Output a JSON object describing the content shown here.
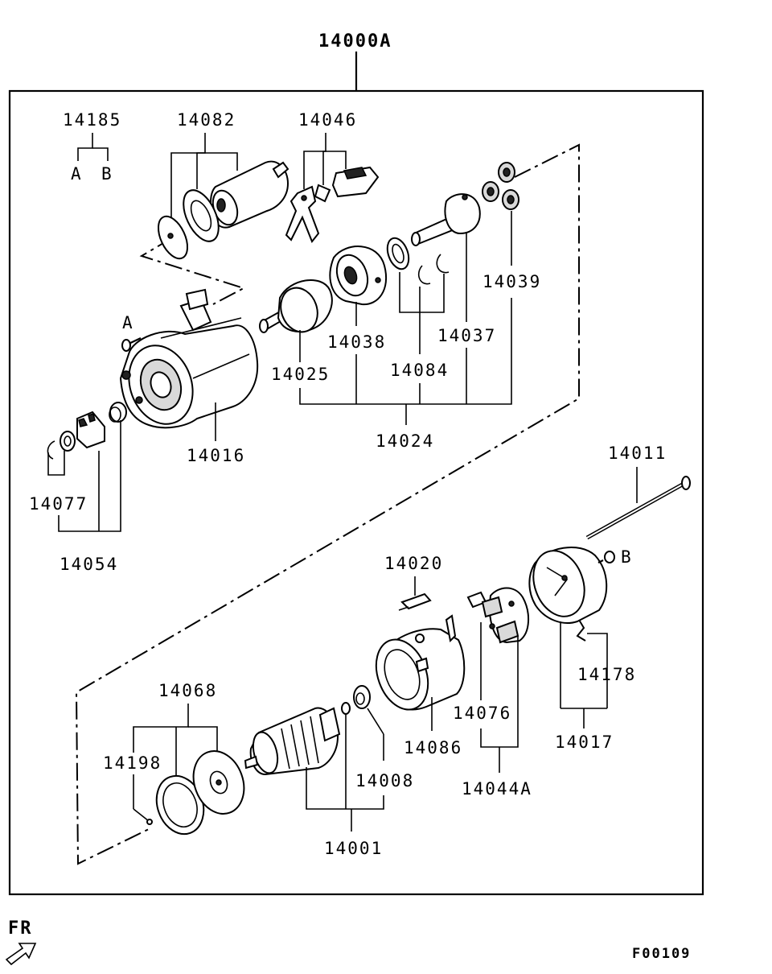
{
  "assembly_label": "14000A",
  "figure_code": "F00109",
  "direction": {
    "label": "FR"
  },
  "parts": {
    "p14185": "14185",
    "p14185_a": "A",
    "p14185_b": "B",
    "p14082": "14082",
    "p14046": "14046",
    "p14039": "14039",
    "p14037": "14037",
    "p14038": "14038",
    "p14025": "14025",
    "p14084": "14084",
    "p14024": "14024",
    "p14016": "14016",
    "p14077": "14077",
    "p14054": "14054",
    "p14011": "14011",
    "p14020": "14020",
    "p14178": "14178",
    "p14017": "14017",
    "p14076": "14076",
    "p14044a": "14044A",
    "p14086": "14086",
    "p14068": "14068",
    "p14198": "14198",
    "p14008": "14008",
    "p14001": "14001"
  },
  "callouts": {
    "screw_a": "A",
    "screw_b": "B"
  }
}
